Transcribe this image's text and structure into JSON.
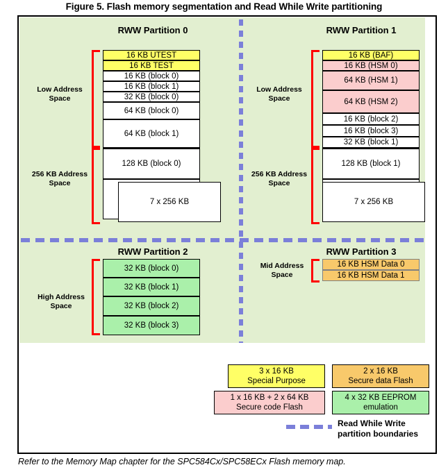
{
  "figure": {
    "title": "Figure 5. Flash memory segmentation and Read While Write partitioning",
    "footnote": "Refer to the Memory Map chapter for the SPC584Cx/SPC58ECx Flash memory map."
  },
  "colors": {
    "panel_background": "#E2EFD0",
    "special_purpose_yellow": "#FFFF66",
    "secure_code_pink": "#FBCDCD",
    "secure_data_orange": "#F8C96B",
    "eeprom_green": "#AAF0AA",
    "plain_flash_white": "#FFFFFF",
    "bracket_red": "#FF0000",
    "rww_boundary_blue": "#7B7FD9"
  },
  "partitions": [
    {
      "title": "RWW Partition 0",
      "address_groups": [
        {
          "label": "Low Address\nSpace",
          "label_line1": "Low Address",
          "label_line2": "Space"
        },
        {
          "label": "256 KB Address\nSpace",
          "label_line1": "256 KB Address",
          "label_line2": "Space"
        }
      ],
      "blocks": [
        {
          "label": "16 KB UTEST",
          "color": "yellow"
        },
        {
          "label": "16 KB TEST",
          "color": "yellow"
        },
        {
          "label": "16 KB (block 0)",
          "color": "white"
        },
        {
          "label": "16 KB (block 1)",
          "color": "white"
        },
        {
          "label": "32 KB (block 0)",
          "color": "white"
        },
        {
          "label": "64 KB (block 0)",
          "color": "white"
        },
        {
          "label": "64 KB (block 1)",
          "color": "white"
        },
        {
          "label": "128 KB (block 0)",
          "color": "white"
        },
        {
          "label": "",
          "color": "white"
        },
        {
          "label": "7 x 256 KB",
          "color": "white"
        }
      ]
    },
    {
      "title": "RWW Partition 1",
      "address_groups": [
        {
          "label_line1": "Low Address",
          "label_line2": "Space"
        },
        {
          "label_line1": "256 KB Address",
          "label_line2": "Space"
        }
      ],
      "blocks": [
        {
          "label": "16 KB (BAF)",
          "color": "yellow"
        },
        {
          "label": "16 KB (HSM 0)",
          "color": "pink"
        },
        {
          "label": "64 KB (HSM 1)",
          "color": "pink"
        },
        {
          "label": "64 KB (HSM 2)",
          "color": "pink"
        },
        {
          "label": "16 KB (block 2)",
          "color": "white"
        },
        {
          "label": "16 KB (block 3)",
          "color": "white"
        },
        {
          "label": "32 KB (block 1)",
          "color": "white"
        },
        {
          "label": "128 KB (block 1)",
          "color": "white"
        },
        {
          "label": "",
          "color": "white"
        },
        {
          "label": "7 x 256 KB",
          "color": "white"
        }
      ]
    },
    {
      "title": "RWW Partition 2",
      "address_groups": [
        {
          "label_line1": "High Address",
          "label_line2": "Space"
        }
      ],
      "blocks": [
        {
          "label": "32 KB (block 0)",
          "color": "green"
        },
        {
          "label": "32 KB (block 1)",
          "color": "green"
        },
        {
          "label": "32 KB (block 2)",
          "color": "green"
        },
        {
          "label": "32 KB (block 3)",
          "color": "green"
        }
      ]
    },
    {
      "title": "RWW Partition 3",
      "address_groups": [
        {
          "label_line1": "Mid Address",
          "label_line2": "Space"
        }
      ],
      "blocks": [
        {
          "label": "16 KB HSM Data 0",
          "color": "orange"
        },
        {
          "label": "16 KB HSM Data 1",
          "color": "orange"
        }
      ]
    }
  ],
  "legend": {
    "items": [
      {
        "line1": "3 x 16 KB",
        "line2": "Special Purpose",
        "color": "yellow"
      },
      {
        "line1": "2 x 16 KB",
        "line2": "Secure data Flash",
        "color": "orange"
      },
      {
        "line1": "1 x 16 KB + 2 x 64 KB",
        "line2": "Secure code Flash",
        "color": "pink"
      },
      {
        "line1": "4 x 32 KB EEPROM",
        "line2": "emulation",
        "color": "green"
      }
    ],
    "boundary": {
      "line1": "Read While Write",
      "line2": "partition boundaries"
    }
  }
}
